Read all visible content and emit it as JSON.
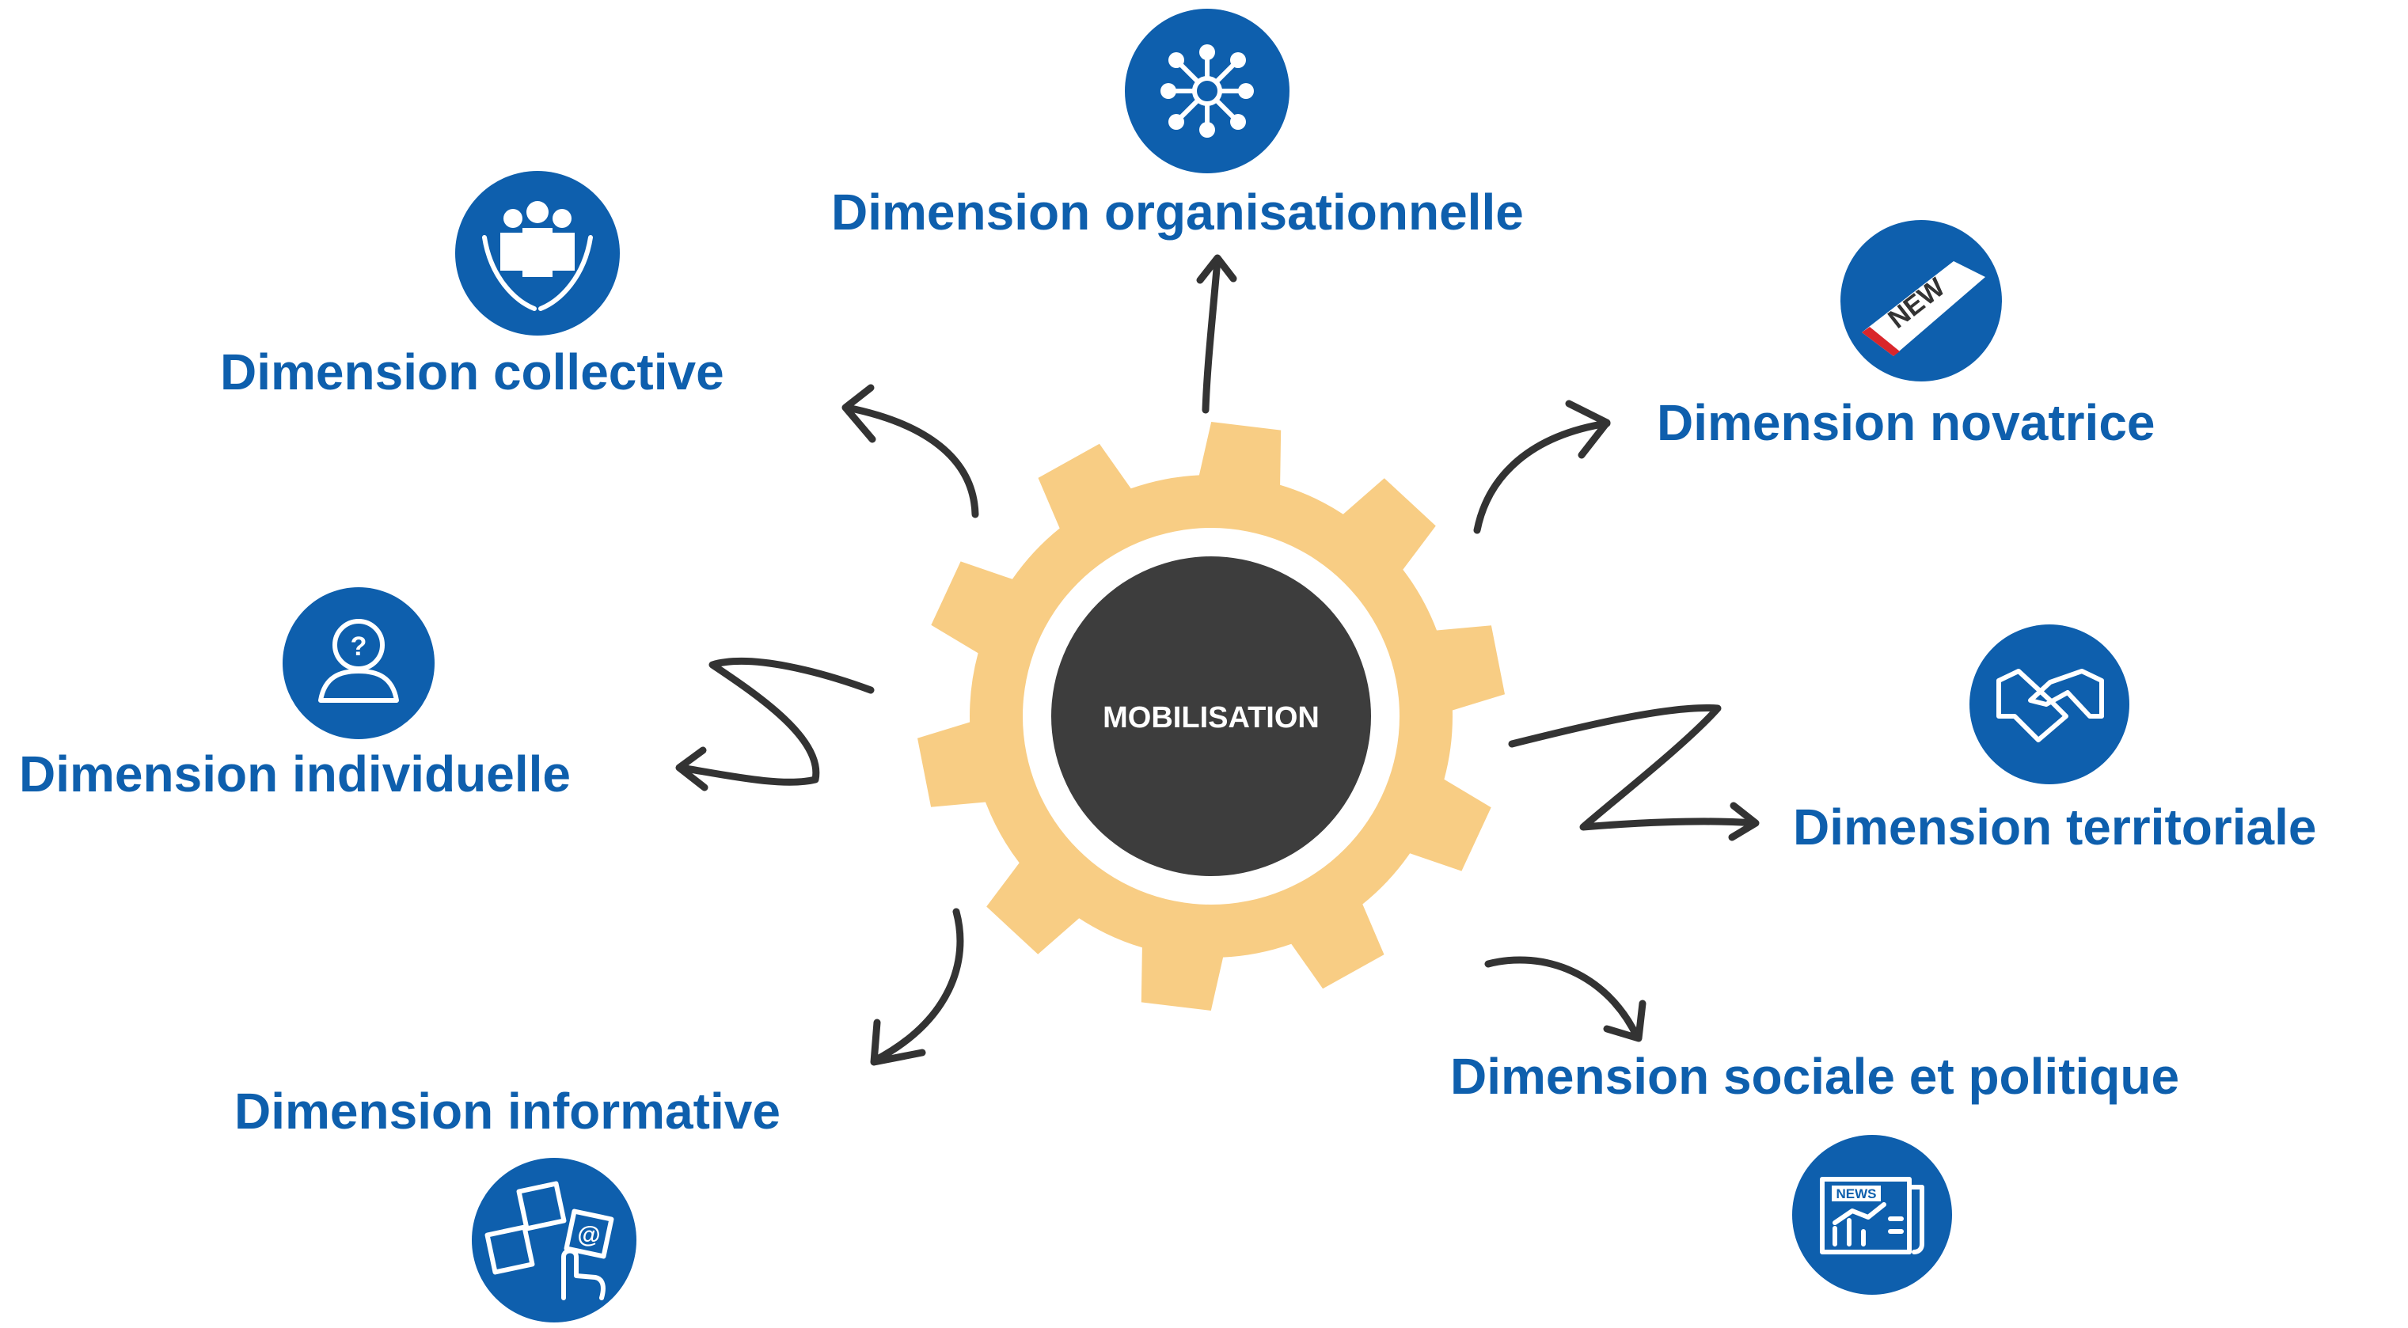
{
  "center": {
    "label": "MOBILISATION"
  },
  "dimensions": {
    "organisationnelle": {
      "label": "Dimension organisationnelle",
      "icon": "network-icon"
    },
    "collective": {
      "label": "Dimension collective",
      "icon": "hands-group-icon"
    },
    "novatrice": {
      "label": "Dimension novatrice",
      "icon": "new-ribbon-icon",
      "badge": "NEW"
    },
    "individuelle": {
      "label": "Dimension individuelle",
      "icon": "person-question-icon",
      "badge": "?"
    },
    "territoriale": {
      "label": "Dimension territoriale",
      "icon": "handshake-icon"
    },
    "informative": {
      "label": "Dimension informative",
      "icon": "contact-cards-icon",
      "badge": "@"
    },
    "sociale": {
      "label": "Dimension sociale et politique",
      "icon": "newspaper-icon",
      "badge": "NEWS"
    }
  },
  "colors": {
    "accent": "#0e5fad",
    "gear": "#f8cd84",
    "hub": "#3d3d3d",
    "arrow": "#333333"
  }
}
